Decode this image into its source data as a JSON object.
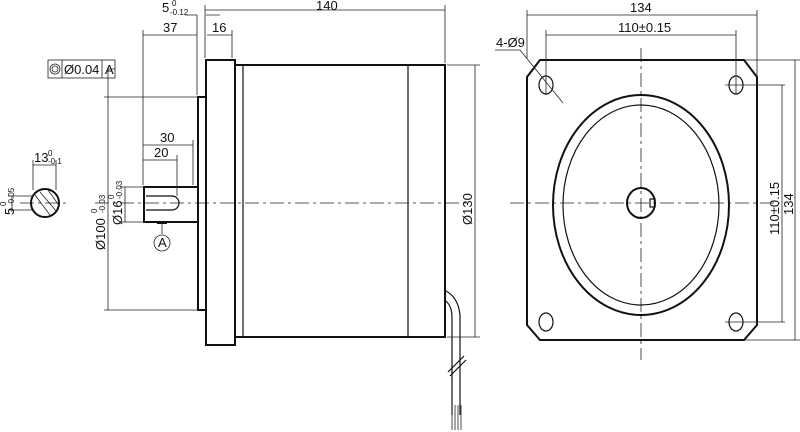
{
  "title": "Stepper motor outline drawing",
  "side_view": {
    "overall_length": "140",
    "boss_thickness": "5",
    "boss_tol_upper": "0",
    "boss_tol_lower": "-0.12",
    "shaft_length": "37",
    "flange_thickness": "16",
    "key_length_outer": "30",
    "key_length_inner": "20",
    "pilot_diameter": "Ø100",
    "pilot_tol_upper": "0",
    "pilot_tol_lower": "-0.03",
    "shaft_diameter": "Ø16",
    "shaft_tol_upper": "0",
    "shaft_tol_lower": "-0.03",
    "body_diameter": "Ø130",
    "datum": "A",
    "tolerance_frame": {
      "value": "Ø0.04",
      "datum": "A"
    }
  },
  "shaft_section": {
    "flat_width": "13",
    "flat_tol_upper": "0",
    "flat_tol_lower": "-0.1",
    "key_depth": "5",
    "key_tol_upper": "0",
    "key_tol_lower": "-0.05"
  },
  "front_view": {
    "width": "134",
    "height": "134",
    "hole_spacing_h": "110±0.15",
    "hole_spacing_v": "110±0.15",
    "holes": "4-Ø9"
  }
}
